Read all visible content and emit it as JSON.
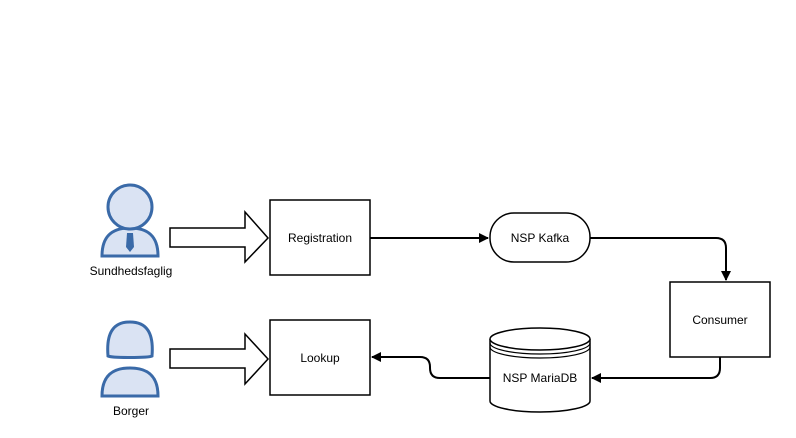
{
  "actors": {
    "professional": {
      "label": "Sundhedsfaglig",
      "icon": "healthcare-professional-icon"
    },
    "citizen": {
      "label": "Borger",
      "icon": "citizen-icon"
    }
  },
  "nodes": {
    "registration": "Registration",
    "kafka": "NSP Kafka",
    "consumer": "Consumer",
    "mariadb": "NSP MariaDB",
    "lookup": "Lookup"
  },
  "colors": {
    "actor_fill": "#dae3f3",
    "actor_stroke": "#3a6aa8",
    "line": "#000000"
  }
}
